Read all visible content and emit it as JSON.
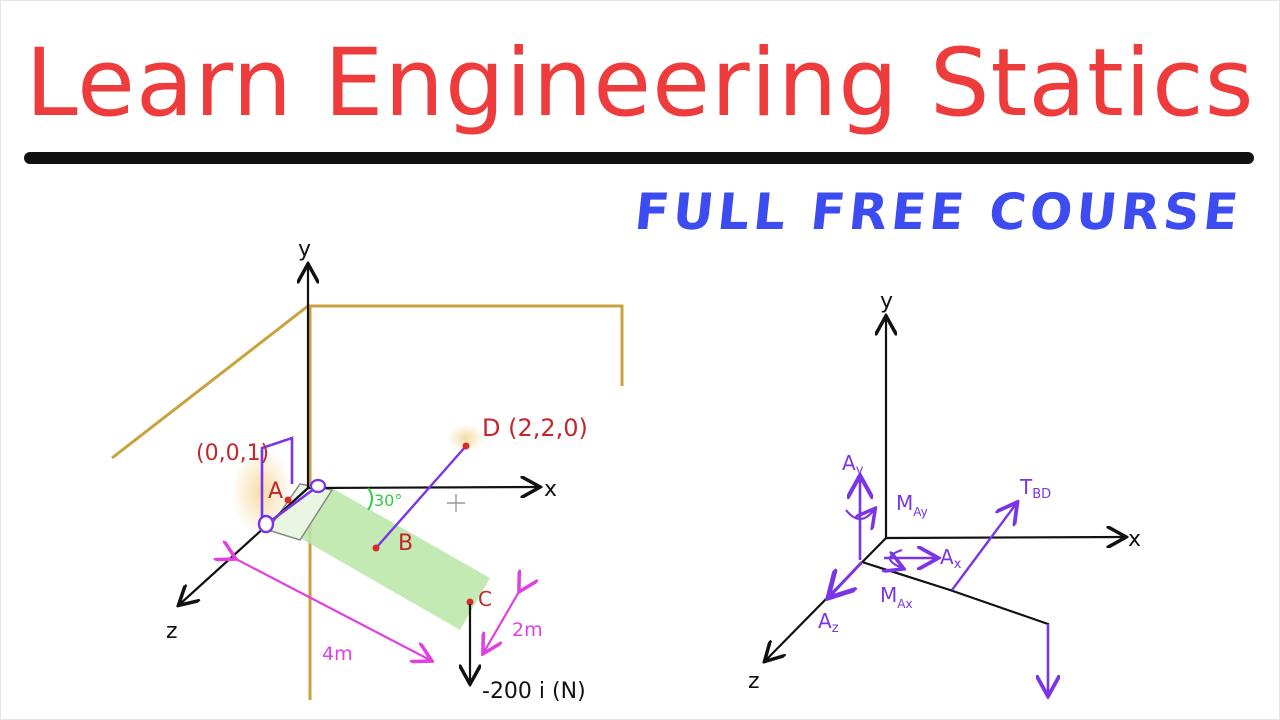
{
  "header": {
    "title": "Learn Engineering Statics",
    "subtitle": "FULL FREE COURSE"
  },
  "left_diagram": {
    "axis_y": "y",
    "axis_x": "x",
    "axis_z": "z",
    "point_a_coord": "(0,0,1)",
    "point_a": "A",
    "point_d": "D (2,2,0)",
    "point_b": "B",
    "point_c": "C",
    "angle": "30°",
    "length_4m": "4m",
    "length_2m": "2m",
    "load": "-200 i (N)"
  },
  "right_diagram": {
    "axis_y": "y",
    "axis_x": "x",
    "axis_z": "z",
    "ay": "A",
    "ay_sub": "y",
    "may": "M",
    "may_sub": "Ay",
    "ax": "A",
    "ax_sub": "x",
    "max": "M",
    "max_sub": "Ax",
    "az": "A",
    "az_sub": "z",
    "tbd": "T",
    "tbd_sub": "BD"
  },
  "colors": {
    "title": "#ee3b3b",
    "subtitle": "#3d4cf0",
    "wall": "#c8a23c",
    "member": "#7a35e8",
    "dim": "#e040e0",
    "point": "#d92b2b",
    "plate": "#b9e6a6"
  }
}
